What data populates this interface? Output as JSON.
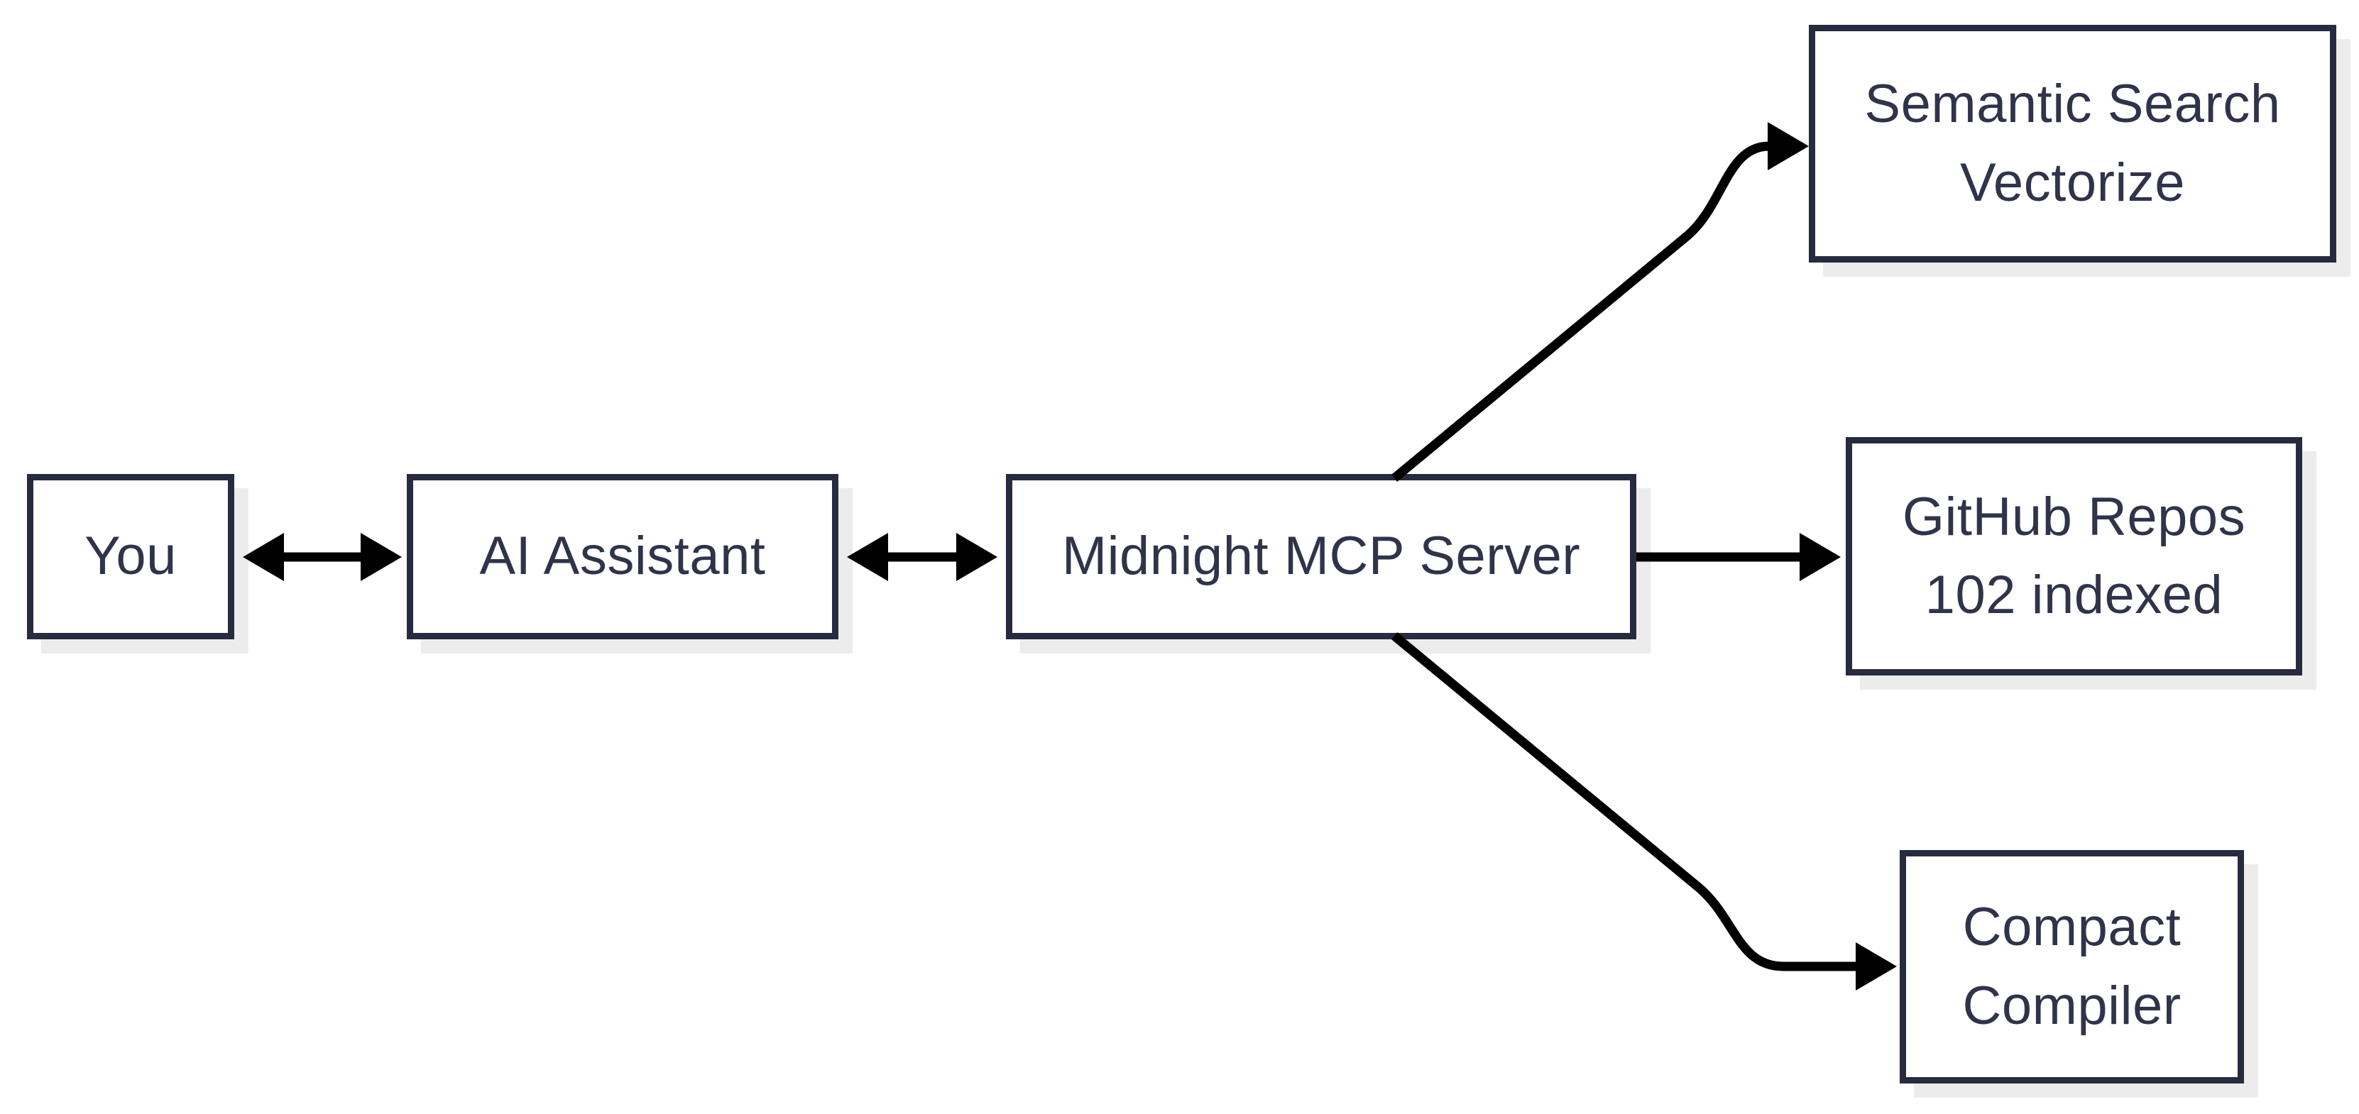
{
  "diagram": {
    "nodes": {
      "you": {
        "label": "You"
      },
      "ai_assistant": {
        "label": "AI Assistant"
      },
      "mcp_server": {
        "label": "Midnight MCP Server"
      },
      "semantic_search": {
        "line1": "Semantic Search",
        "line2": "Vectorize"
      },
      "github_repos": {
        "line1": "GitHub Repos",
        "line2": "102 indexed"
      },
      "compact_compiler": {
        "line1": "Compact",
        "line2": "Compiler"
      }
    },
    "colors": {
      "box_border": "#272b3f",
      "box_fill": "#ffffff",
      "text": "#30344a",
      "arrow": "#000000",
      "shadow": "#ececec",
      "background": "#ffffff"
    }
  }
}
